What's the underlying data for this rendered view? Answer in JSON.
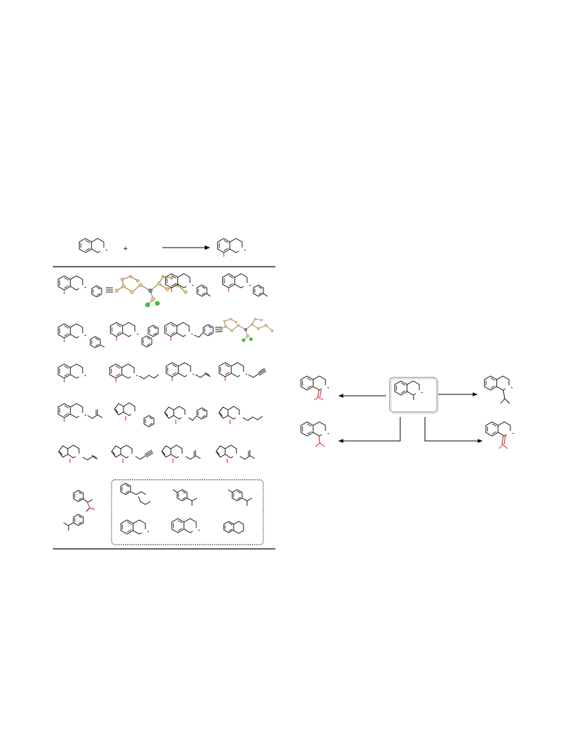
{
  "page": {
    "background": "#ffffff"
  },
  "colors": {
    "bond": "#000000",
    "heteroatom": "#e01010",
    "halogen": "#22bb22",
    "atom_fill": "#e8c88a"
  },
  "scheme": {
    "header": {
      "plus_sign": "+"
    },
    "structures": [
      {
        "row": 1,
        "col": 1,
        "core": "tetrahydroisoquinoline",
        "substituent": "phenyl",
        "has_crystal_structure": true
      },
      {
        "row": 1,
        "col": 2,
        "core": "tetrahydroisoquinoline",
        "substituent": "p-tolyl"
      },
      {
        "row": 1,
        "col": 3,
        "core": "tetrahydroisoquinoline",
        "substituent": "p-tolyl"
      },
      {
        "row": 2,
        "col": 1,
        "core": "tetrahydroisoquinoline",
        "substituent": "p-tolyl"
      },
      {
        "row": 2,
        "col": 2,
        "core": "tetrahydroisoquinoline",
        "substituent": "naphthyl"
      },
      {
        "row": 2,
        "col": 3,
        "core": "tetrahydroisoquinoline",
        "substituent": "benzyl",
        "has_crystal_structure": true
      },
      {
        "row": 3,
        "col": 1,
        "core": "tetrahydroisoquinoline",
        "substituent": "methyl"
      },
      {
        "row": 3,
        "col": 2,
        "core": "tetrahydroisoquinoline",
        "substituent": "butyl"
      },
      {
        "row": 3,
        "col": 3,
        "core": "tetrahydroisoquinoline",
        "substituent": "allyl"
      },
      {
        "row": 3,
        "col": 4,
        "core": "tetrahydroisoquinoline",
        "substituent": "propargyl"
      },
      {
        "row": 4,
        "col": 1,
        "core": "tetrahydroisoquinoline",
        "substituent": "methallyl"
      },
      {
        "row": 4,
        "col": 2,
        "core": "thienopyridine",
        "substituent": "phenyl"
      },
      {
        "row": 4,
        "col": 3,
        "core": "thienopyridine",
        "substituent": "benzyl"
      },
      {
        "row": 4,
        "col": 4,
        "core": "thienopyridine",
        "substituent": "butyl"
      },
      {
        "row": 5,
        "col": 1,
        "core": "thienopyridine",
        "substituent": "allyl"
      },
      {
        "row": 5,
        "col": 2,
        "core": "thienopyridine",
        "substituent": "propargyl"
      },
      {
        "row": 5,
        "col": 3,
        "core": "thienopyridine",
        "substituent": "methallyl"
      },
      {
        "row": 5,
        "col": 4,
        "core": "thienopyridine",
        "substituent": "methallyl"
      }
    ],
    "unreactive_box": {
      "border": "dotted",
      "count": 6
    }
  },
  "transformations": {
    "center_box": "product",
    "outputs": [
      "top-left",
      "bottom-left",
      "top-right",
      "bottom-right"
    ]
  }
}
